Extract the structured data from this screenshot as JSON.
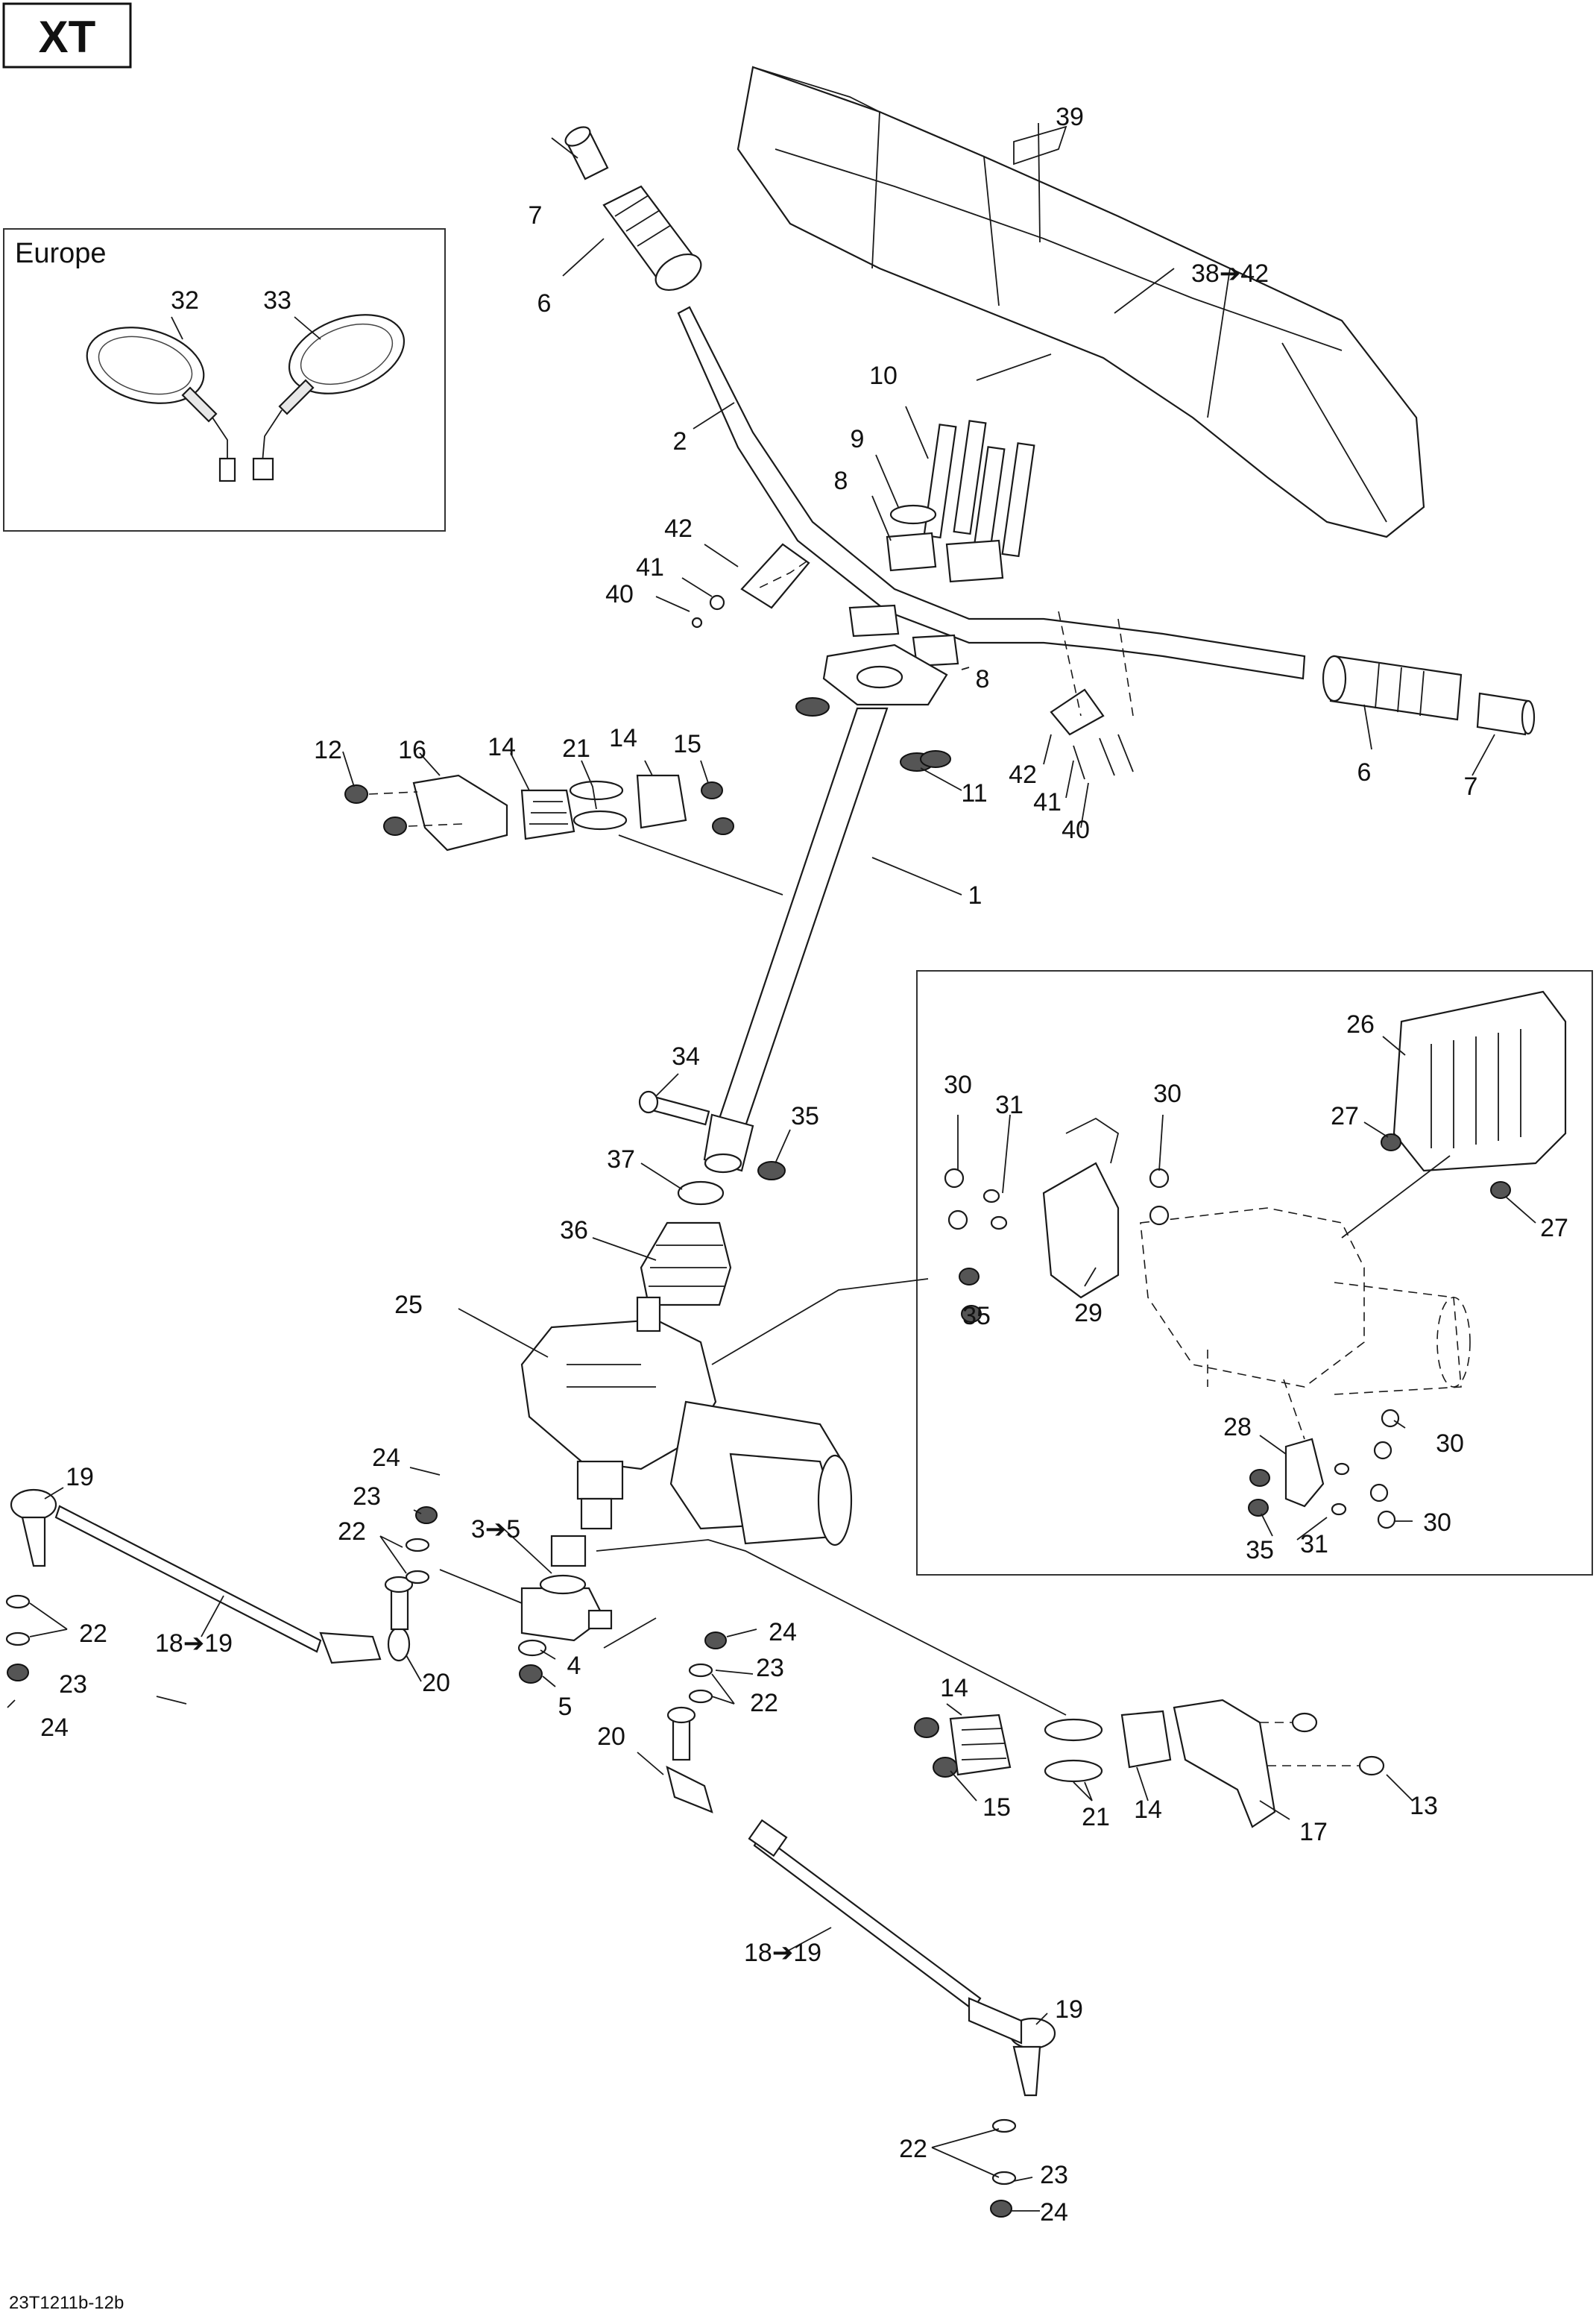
{
  "model_badge": "XT",
  "europe_label": "Europe",
  "drawing_code": "23T1211b-12b",
  "callouts": [
    {
      "id": "c39",
      "text": "39"
    },
    {
      "id": "c38",
      "text": "38➔42"
    },
    {
      "id": "c7a",
      "text": "7"
    },
    {
      "id": "c6a",
      "text": "6"
    },
    {
      "id": "c32",
      "text": "32"
    },
    {
      "id": "c33",
      "text": "33"
    },
    {
      "id": "c2",
      "text": "2"
    },
    {
      "id": "c10",
      "text": "10"
    },
    {
      "id": "c9",
      "text": "9"
    },
    {
      "id": "c8a",
      "text": "8"
    },
    {
      "id": "c8b",
      "text": "8"
    },
    {
      "id": "c42a",
      "text": "42"
    },
    {
      "id": "c41a",
      "text": "41"
    },
    {
      "id": "c40a",
      "text": "40"
    },
    {
      "id": "c11",
      "text": "11"
    },
    {
      "id": "c42b",
      "text": "42"
    },
    {
      "id": "c41b",
      "text": "41"
    },
    {
      "id": "c40b",
      "text": "40"
    },
    {
      "id": "c6b",
      "text": "6"
    },
    {
      "id": "c7b",
      "text": "7"
    },
    {
      "id": "c12",
      "text": "12"
    },
    {
      "id": "c16",
      "text": "16"
    },
    {
      "id": "c14a",
      "text": "14"
    },
    {
      "id": "c21a",
      "text": "21"
    },
    {
      "id": "c14b",
      "text": "14"
    },
    {
      "id": "c15a",
      "text": "15"
    },
    {
      "id": "c1",
      "text": "1"
    },
    {
      "id": "c26",
      "text": "26"
    },
    {
      "id": "c30a",
      "text": "30"
    },
    {
      "id": "c31a",
      "text": "31"
    },
    {
      "id": "c30b",
      "text": "30"
    },
    {
      "id": "c27a",
      "text": "27"
    },
    {
      "id": "c27b",
      "text": "27"
    },
    {
      "id": "c34",
      "text": "34"
    },
    {
      "id": "c35a",
      "text": "35"
    },
    {
      "id": "c37",
      "text": "37"
    },
    {
      "id": "c36",
      "text": "36"
    },
    {
      "id": "c35b",
      "text": "35"
    },
    {
      "id": "c29",
      "text": "29"
    },
    {
      "id": "c25",
      "text": "25"
    },
    {
      "id": "c28",
      "text": "28"
    },
    {
      "id": "c30c",
      "text": "30"
    },
    {
      "id": "c30d",
      "text": "30"
    },
    {
      "id": "c35c",
      "text": "35"
    },
    {
      "id": "c31b",
      "text": "31"
    },
    {
      "id": "c19a",
      "text": "19"
    },
    {
      "id": "c24a",
      "text": "24"
    },
    {
      "id": "c23a",
      "text": "23"
    },
    {
      "id": "c22a",
      "text": "22"
    },
    {
      "id": "c3",
      "text": "3➔5"
    },
    {
      "id": "c22b",
      "text": "22"
    },
    {
      "id": "c18a",
      "text": "18➔19"
    },
    {
      "id": "c20a",
      "text": "20"
    },
    {
      "id": "c4",
      "text": "4"
    },
    {
      "id": "c5",
      "text": "5"
    },
    {
      "id": "c23b",
      "text": "23"
    },
    {
      "id": "c24b",
      "text": "24"
    },
    {
      "id": "c24c",
      "text": "24"
    },
    {
      "id": "c23c",
      "text": "23"
    },
    {
      "id": "c22c",
      "text": "22"
    },
    {
      "id": "c20b",
      "text": "20"
    },
    {
      "id": "c14c",
      "text": "14"
    },
    {
      "id": "c15b",
      "text": "15"
    },
    {
      "id": "c21b",
      "text": "21"
    },
    {
      "id": "c14d",
      "text": "14"
    },
    {
      "id": "c17",
      "text": "17"
    },
    {
      "id": "c13",
      "text": "13"
    },
    {
      "id": "c18b",
      "text": "18➔19"
    },
    {
      "id": "c19b",
      "text": "19"
    },
    {
      "id": "c22d",
      "text": "22"
    },
    {
      "id": "c23d",
      "text": "23"
    },
    {
      "id": "c24d",
      "text": "24"
    }
  ]
}
